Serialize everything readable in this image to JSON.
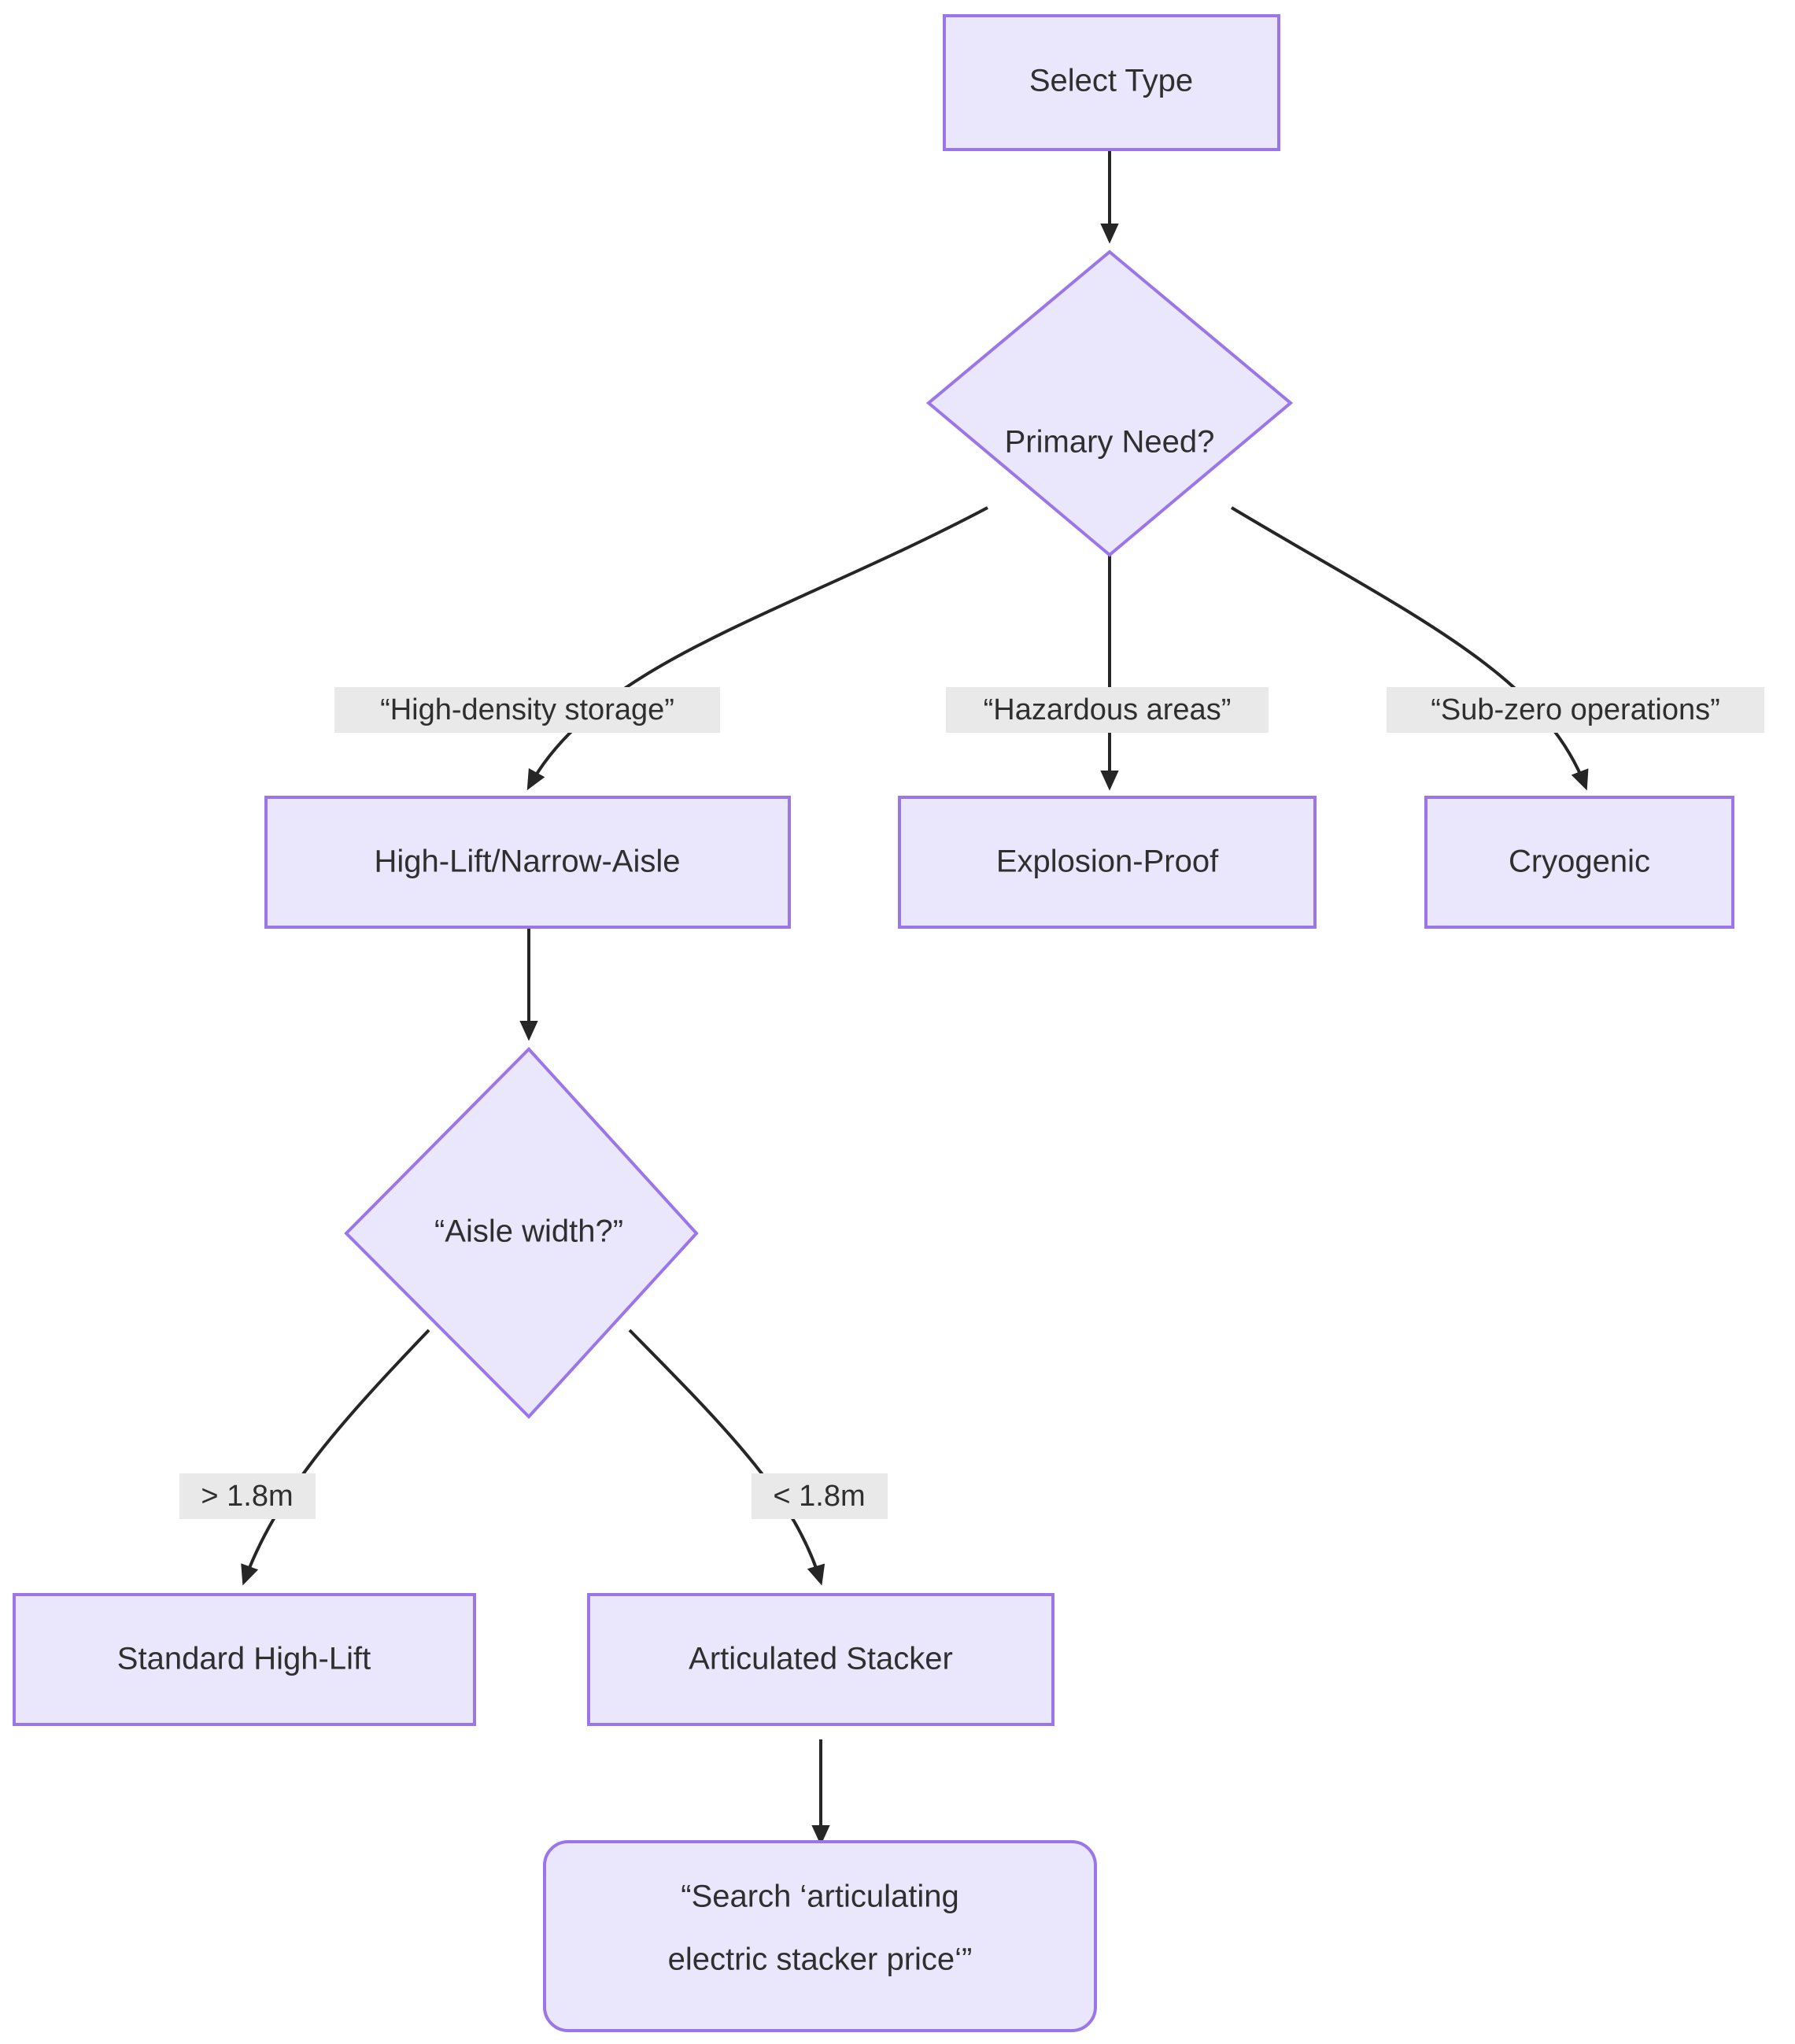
{
  "diagram": {
    "type": "flowchart",
    "direction": "top-down",
    "background_color": "#FFFFFF",
    "node_fill_color": "#EAE6FB",
    "node_border_color": "#9A76E8",
    "edge_color": "#262626",
    "edge_label_background": "#E9E9E9",
    "text_color": "#2F2F2F",
    "nodes": [
      {
        "id": "select_type",
        "label": "Select Type",
        "shape": "rectangle"
      },
      {
        "id": "primary_need",
        "label": "Primary Need?",
        "shape": "diamond"
      },
      {
        "id": "high_lift",
        "label": "High-Lift/Narrow-Aisle",
        "shape": "rectangle"
      },
      {
        "id": "explosion_proof",
        "label": "Explosion-Proof",
        "shape": "rectangle"
      },
      {
        "id": "cryogenic",
        "label": "Cryogenic",
        "shape": "rectangle"
      },
      {
        "id": "aisle_width",
        "label": "“Aisle width?”",
        "shape": "diamond"
      },
      {
        "id": "standard_high_lift",
        "label": "Standard High-Lift",
        "shape": "rectangle"
      },
      {
        "id": "articulated",
        "label": "Articulated Stacker",
        "shape": "rectangle"
      },
      {
        "id": "search_query_l1",
        "label": "“Search ‘articulating",
        "shape": "rounded-rectangle"
      },
      {
        "id": "search_query_l2",
        "label": "electric stacker price‘”",
        "shape": "rounded-rectangle"
      }
    ],
    "edges": [
      {
        "from": "select_type",
        "to": "primary_need",
        "label": ""
      },
      {
        "from": "primary_need",
        "to": "high_lift",
        "label": "“High-density storage”"
      },
      {
        "from": "primary_need",
        "to": "explosion_proof",
        "label": "“Hazardous areas”"
      },
      {
        "from": "primary_need",
        "to": "cryogenic",
        "label": "“Sub-zero operations”"
      },
      {
        "from": "high_lift",
        "to": "aisle_width",
        "label": ""
      },
      {
        "from": "aisle_width",
        "to": "standard_high_lift",
        "label": "> 1.8m"
      },
      {
        "from": "aisle_width",
        "to": "articulated",
        "label": "< 1.8m"
      },
      {
        "from": "articulated",
        "to": "search_query_l1",
        "label": ""
      }
    ]
  }
}
